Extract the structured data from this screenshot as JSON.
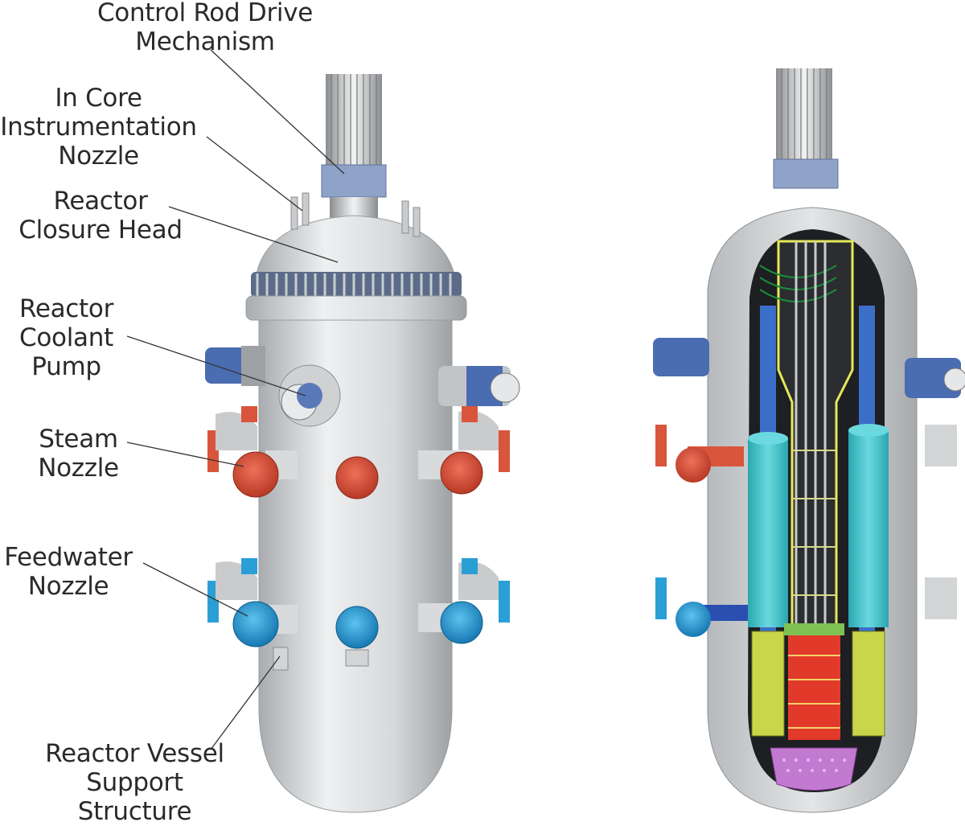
{
  "labels": {
    "crdm": [
      "Control Rod Drive",
      "Mechanism"
    ],
    "incore": [
      "In Core",
      "Instrumentation",
      "Nozzle"
    ],
    "closure": [
      "Reactor",
      "Closure Head"
    ],
    "pump": [
      "Reactor",
      "Coolant",
      "Pump"
    ],
    "steam": [
      "Steam",
      "Nozzle"
    ],
    "feedwater": [
      "Feedwater",
      "Nozzle"
    ],
    "support": [
      "Reactor Vessel",
      "Support",
      "Structure"
    ]
  },
  "colors": {
    "vessel": "#d4d6d8",
    "steam_nozzle": "#d9553b",
    "feedwater_nozzle": "#2a9fd6",
    "crdm_band": "#8fa3c9",
    "coolant_channel": "#37c1c9",
    "core_red": "#e23a2a",
    "lower_plenum": "#c27ad1",
    "riser": "#f0f08a"
  }
}
